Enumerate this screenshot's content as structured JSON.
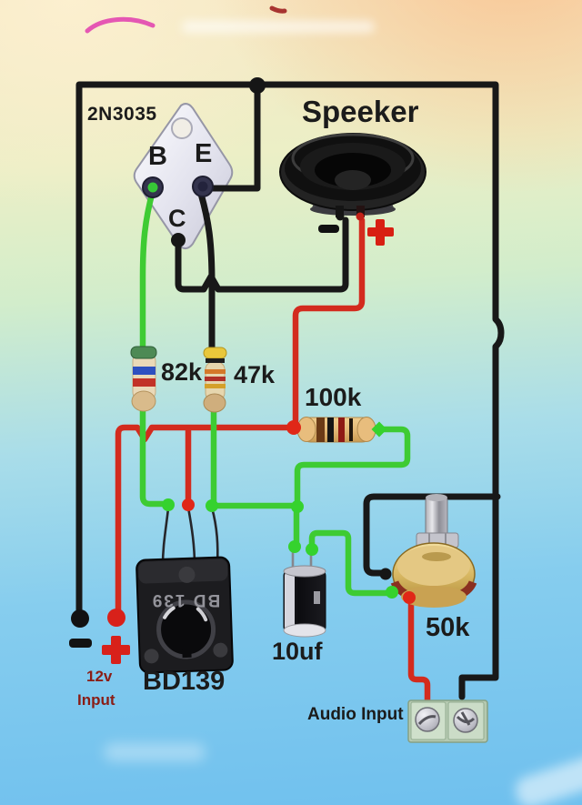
{
  "colors": {
    "wire_black": "#181818",
    "wire_red": "#d32b1e",
    "wire_green": "#3ecb33",
    "junction_green": "#35d22e",
    "label_text": "#1b1b1b",
    "power_label_text": "#8a1d15",
    "pot_body_gold": "#d9b964",
    "resistor_body_tan": "#e9d9b5",
    "terminal_block_green": "#c7d9c3",
    "background_top_left": "#f6e7c4",
    "background_top_right": "#f9c492",
    "background_middle": "#d2edcb",
    "background_bottom": "#6fc0ee"
  },
  "components": {
    "output_transistor": {
      "part_label": "2N3035",
      "pin_b": "B",
      "pin_e": "E",
      "pin_c": "C"
    },
    "speaker": {
      "label": "Speeker",
      "plus": "+",
      "minus": "-"
    },
    "resistor_82k": {
      "value": "82k"
    },
    "resistor_47k": {
      "value": "47k"
    },
    "resistor_100k": {
      "value": "100k"
    },
    "driver_transistor": {
      "part_label": "BD139",
      "body_marking": "BD 139"
    },
    "capacitor_10uf": {
      "value": "10uf"
    },
    "potentiometer_50k": {
      "value": "50k"
    },
    "power_input": {
      "voltage": "12v",
      "caption": "Input",
      "plus": "+",
      "minus": "-"
    },
    "audio_input": {
      "label": "Audio Input"
    }
  }
}
